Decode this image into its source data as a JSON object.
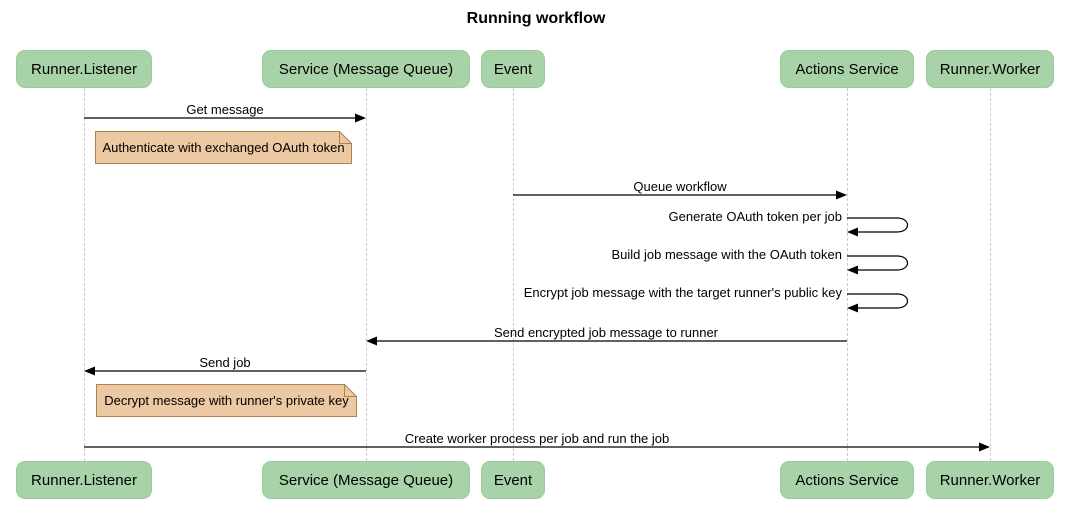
{
  "title": "Running workflow",
  "participants": [
    {
      "id": "runner-listener",
      "label": "Runner.Listener"
    },
    {
      "id": "service-message-queue",
      "label": "Service (Message Queue)"
    },
    {
      "id": "event",
      "label": "Event"
    },
    {
      "id": "actions-service",
      "label": "Actions Service"
    },
    {
      "id": "runner-worker",
      "label": "Runner.Worker"
    }
  ],
  "messages": [
    {
      "type": "arrow",
      "from": "Runner.Listener",
      "to": "Service (Message Queue)",
      "label": "Get message"
    },
    {
      "type": "note",
      "over": "Runner.Listener",
      "label": "Authenticate with exchanged OAuth token"
    },
    {
      "type": "arrow",
      "from": "Event",
      "to": "Actions Service",
      "label": "Queue workflow"
    },
    {
      "type": "self",
      "from": "Actions Service",
      "to": "Actions Service",
      "label": "Generate OAuth token per job"
    },
    {
      "type": "self",
      "from": "Actions Service",
      "to": "Actions Service",
      "label": "Build job message with the OAuth token"
    },
    {
      "type": "self",
      "from": "Actions Service",
      "to": "Actions Service",
      "label": "Encrypt job message with the target runner's public key"
    },
    {
      "type": "arrow",
      "from": "Actions Service",
      "to": "Service (Message Queue)",
      "label": "Send encrypted job message to runner"
    },
    {
      "type": "arrow",
      "from": "Service (Message Queue)",
      "to": "Runner.Listener",
      "label": "Send job"
    },
    {
      "type": "note",
      "over": "Runner.Listener",
      "label": "Decrypt message with runner's private key"
    },
    {
      "type": "arrow",
      "from": "Runner.Listener",
      "to": "Runner.Worker",
      "label": "Create worker process per job and run the job"
    }
  ],
  "colors": {
    "participant_fill": "#a8d3a8",
    "participant_border": "#9bcb9b",
    "note_fill": "#ecc9a2",
    "note_border": "#aa8550",
    "lifeline": "#cbcbcb",
    "arrow": "#000000"
  }
}
